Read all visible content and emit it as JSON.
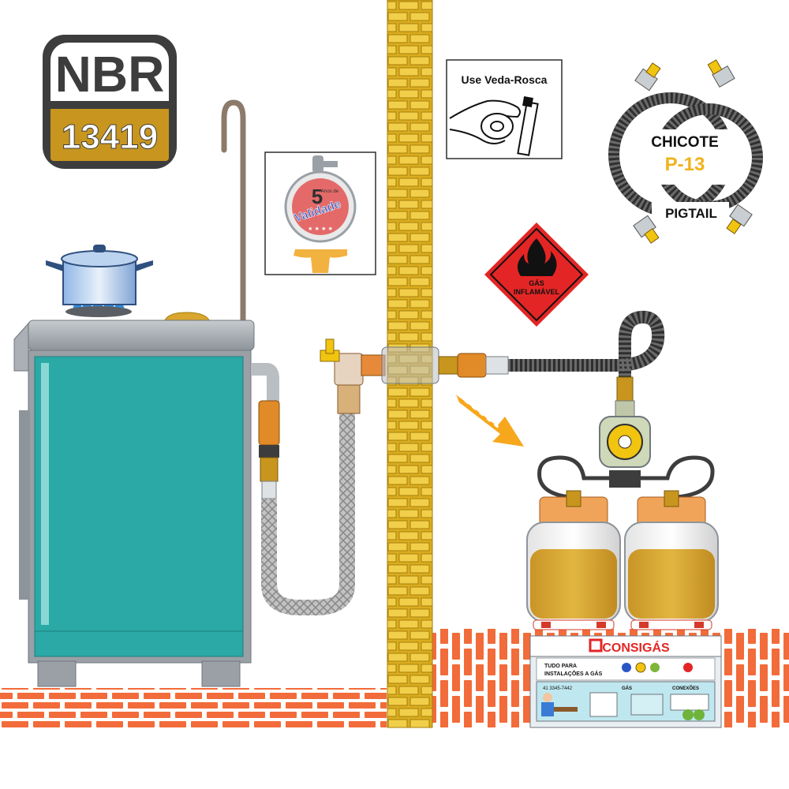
{
  "badge": {
    "top": "NBR",
    "bottom": "13419"
  },
  "tape_sign": {
    "title": "Use Veda-Rosca"
  },
  "validity_sign": {
    "number": "5",
    "years": "Anos de",
    "label": "Validade"
  },
  "pigtail_sign": {
    "title": "CHICOTE",
    "model": "P-13",
    "subtitle": "PIGTAIL"
  },
  "hazard_sign": {
    "line1": "GÁS",
    "line2": "INFLAMÁVEL"
  },
  "store": {
    "brand": "CONSIGÁS",
    "tagline": "TUDO PARA",
    "tagline2": "INSTALAÇÕES A GÁS",
    "phone": "41 3345-7442",
    "section_gas": "GÁS",
    "section_connections": "CONEXÕES"
  },
  "colors": {
    "stove_body": "#2aa9a6",
    "stove_frame": "#9aa0a6",
    "brick_wall": "#d9ad1e",
    "floor_brick": "#f26b3a",
    "cylinder_top": "#f0a45a",
    "cylinder_fill": "#d9a62e",
    "hazard_red": "#e32625",
    "badge_gold": "#c8961e",
    "badge_dark": "#3d3d3d"
  }
}
